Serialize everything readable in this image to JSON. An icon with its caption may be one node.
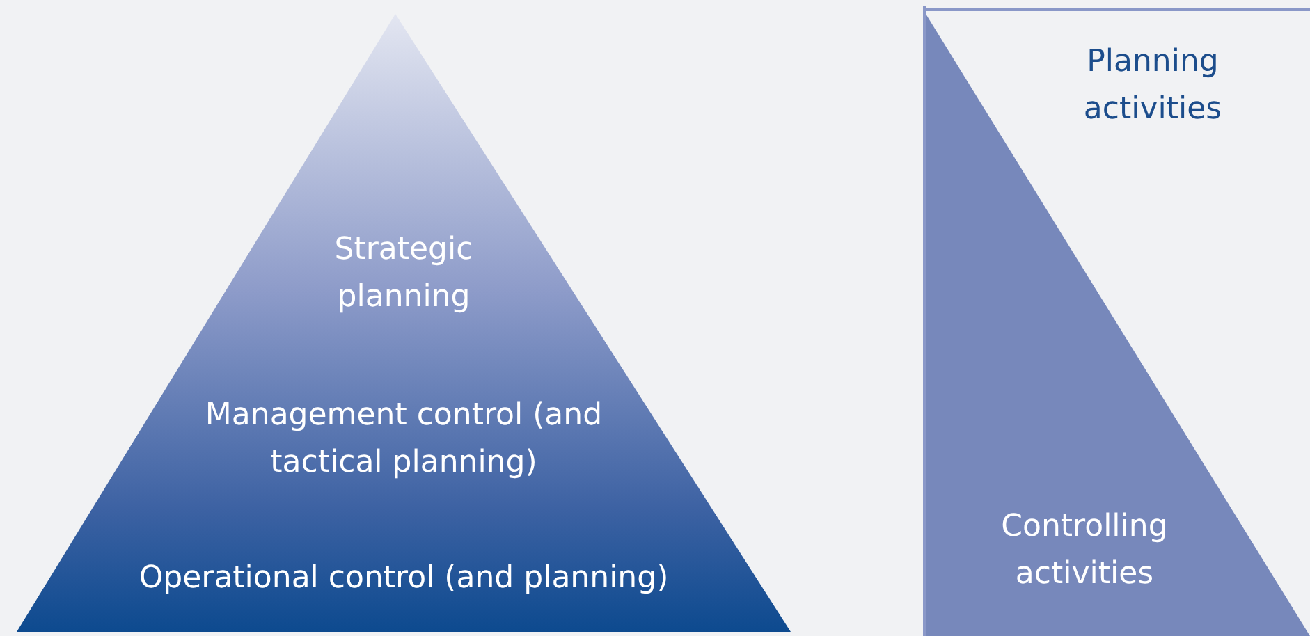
{
  "diagram": {
    "nodes": [
      {
        "text": [
          "Strategic planning",
          "Management control (and tactical planning)",
          "Operational control (and planning)"
        ]
      },
      {
        "text": [
          "Planning activities",
          "Controlling activities"
        ]
      }
    ]
  }
}
